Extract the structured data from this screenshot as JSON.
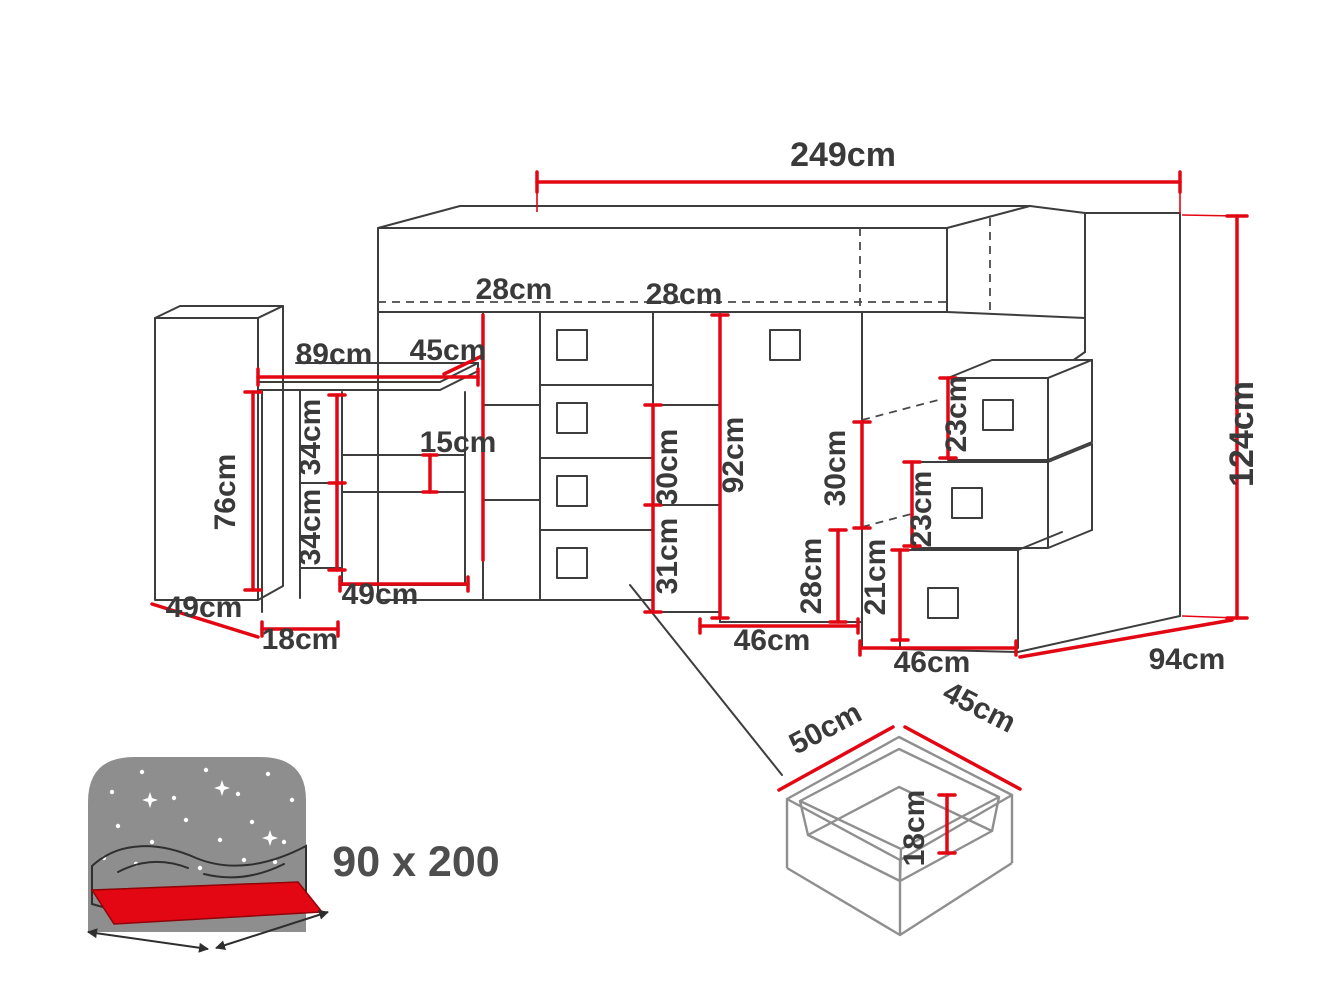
{
  "diagram": {
    "type": "furniture-dimension-diagram",
    "unit": "cm",
    "labels": {
      "total_width": "249cm",
      "col1_width": "28cm",
      "col2_width": "28cm",
      "desk_width": "89cm",
      "desk_depth": "45cm",
      "left_cabinet_height": "76cm",
      "shelf_a": "34cm",
      "shelf_b": "34cm",
      "shelf_gap": "15cm",
      "mid_shelf_top": "30cm",
      "mid_shelf_bottom": "31cm",
      "door_height": "92cm",
      "niche_high": "30cm",
      "niche_low": "28cm",
      "step_top": "23cm",
      "step_mid": "23cm",
      "step_low": "21cm",
      "total_height": "124cm",
      "left_depth": "49cm",
      "left_gap": "18cm",
      "under_desk": "49cm",
      "bay1_width": "46cm",
      "bay2_width": "46cm",
      "total_depth": "94cm"
    },
    "drawer_detail": {
      "width": "50cm",
      "depth": "45cm",
      "height": "18cm"
    },
    "bed_size": "90 x 200",
    "colors": {
      "dimension_red": "#e30613",
      "outline_dark": "#3d3d3d",
      "text_dark": "#3a3a3a",
      "detail_gray": "#8f8f8f",
      "icon_gray": "#8e8e8e"
    }
  }
}
